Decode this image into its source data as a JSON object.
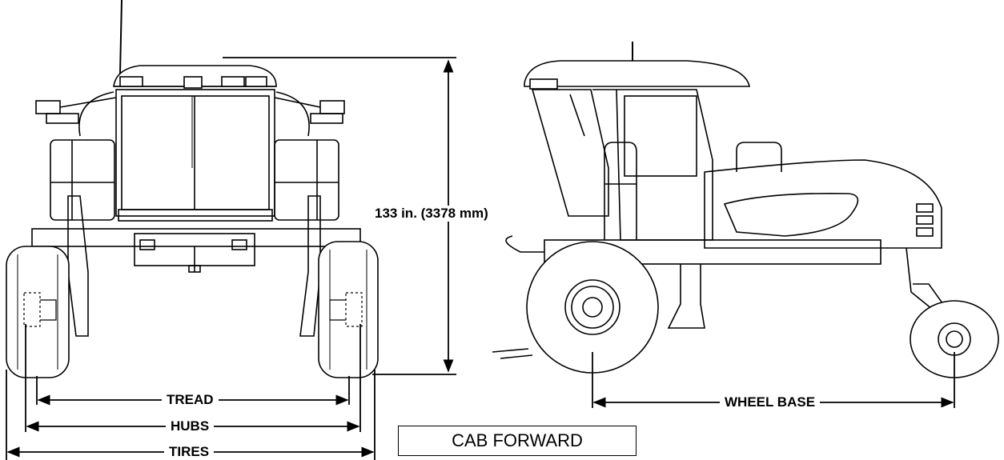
{
  "dimensions": {
    "height": "133 in. (3378 mm)",
    "tread": "TREAD",
    "hubs": "HUBS",
    "tires": "TIRES",
    "wheel_base": "WHEEL BASE"
  },
  "orientation_label": "CAB FORWARD",
  "views": [
    "front-view",
    "side-view"
  ],
  "colors": {
    "line": "#000000",
    "background": "#ffffff"
  }
}
